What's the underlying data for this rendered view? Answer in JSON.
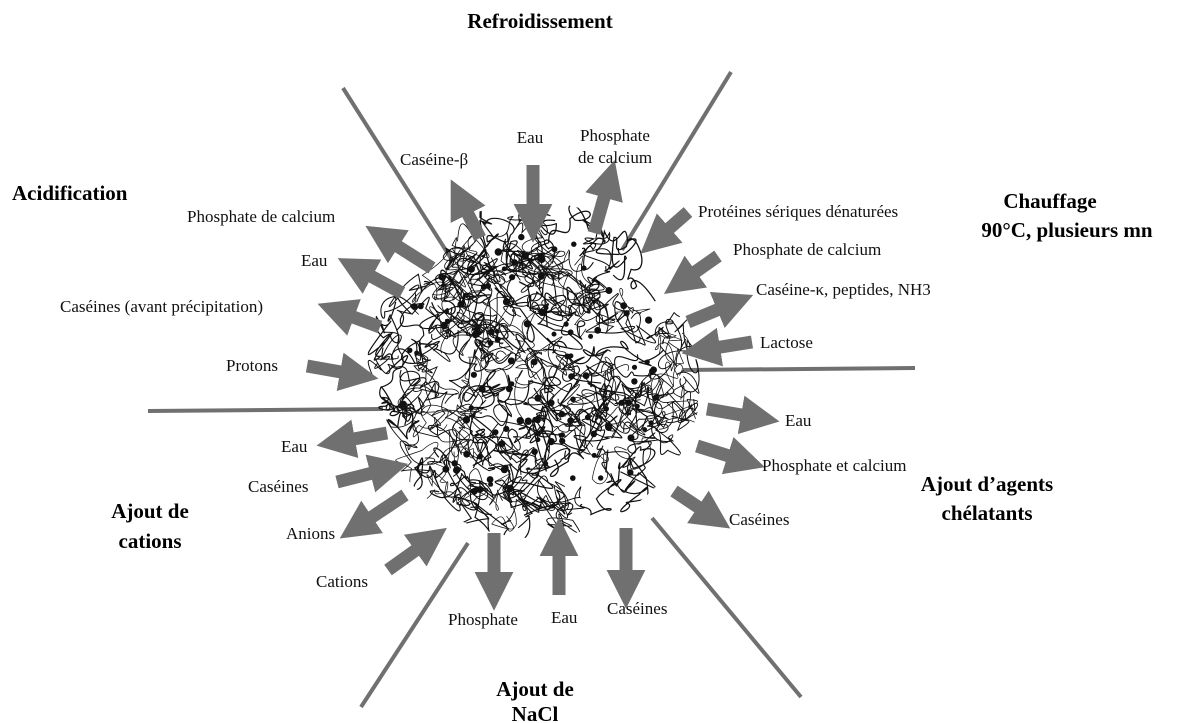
{
  "colors": {
    "arrow": "#707070",
    "divider": "#707070",
    "fiber": "#111111",
    "bead": "#111111",
    "text": "#111111"
  },
  "sections": {
    "refroidissement": {
      "title": "Refroidissement",
      "labels": [
        "Caséine-β",
        "Eau",
        "Phosphate",
        "de calcium"
      ]
    },
    "chauffage": {
      "title_line1": "Chauffage",
      "title_line2": "90°C, plusieurs mn",
      "labels": [
        "Protéines sériques dénaturées",
        "Phosphate de calcium",
        "Caséine-κ, peptides, NH3",
        "Lactose"
      ]
    },
    "acidification": {
      "title": "Acidification",
      "labels": [
        "Phosphate de calcium",
        "Eau",
        "Caséines (avant précipitation)",
        "Protons"
      ]
    },
    "chelatants": {
      "title_line1": "Ajout d’agents",
      "title_line2": "chélatants",
      "labels": [
        "Eau",
        "Phosphate et calcium",
        "Caséines"
      ]
    },
    "cations": {
      "title_line1": "Ajout de",
      "title_line2": "cations",
      "labels": [
        "Eau",
        "Caséines",
        "Anions",
        "Cations"
      ]
    },
    "nacl": {
      "title_line1": "Ajout de",
      "title_line2": "NaCl",
      "labels": [
        "Phosphate",
        "Eau",
        "Caséines"
      ]
    }
  }
}
